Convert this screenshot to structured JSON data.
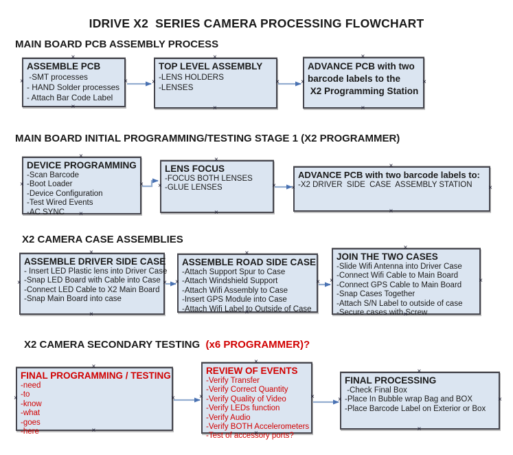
{
  "page": {
    "title": "IDRIVE X2  SERIES CAMERA PROCESSING FLOWCHART"
  },
  "colors": {
    "box_fill": "#dbe5f1",
    "box_border": "#45454d",
    "connector_line": "#93add0",
    "connector_arrowhead": "#4a72b2",
    "text": "#1a1a1a",
    "red_text": "#d10000"
  },
  "icons": {
    "connection_handle": "×"
  },
  "sections": [
    {
      "heading": "MAIN BOARD PCB ASSEMBLY PROCESS",
      "boxes": [
        {
          "title": "ASSEMBLE PCB",
          "items": [
            " -SMT processes",
            "- HAND Solder processes",
            "- Attach Bar Code Label"
          ]
        },
        {
          "title": "TOP LEVEL ASSEMBLY",
          "items": [
            "-LENS HOLDERS",
            "-LENSES"
          ]
        },
        {
          "title": "ADVANCE PCB with two\nbarcode labels to the\n X2 Programming Station",
          "items": []
        }
      ]
    },
    {
      "heading": "MAIN BOARD INITIAL PROGRAMMING/TESTING STAGE 1 (X2 PROGRAMMER)",
      "boxes": [
        {
          "title": "DEVICE PROGRAMMING",
          "items": [
            "-Scan Barcode",
            "-Boot Loader",
            "-Device Configuration",
            "-Test Wired Events",
            "-AC SYNC"
          ]
        },
        {
          "title": "LENS FOCUS",
          "items": [
            "-FOCUS BOTH LENSES",
            "-GLUE LENSES"
          ]
        },
        {
          "title": "ADVANCE PCB with two barcode labels to:",
          "items": [
            "-X2 DRIVER  SIDE  CASE  ASSEMBLY STATION"
          ]
        }
      ]
    },
    {
      "heading": "X2 CAMERA CASE ASSEMBLIES",
      "boxes": [
        {
          "title": "ASSEMBLE DRIVER SIDE CASE",
          "items": [
            "- Insert LED Plastic lens into Driver Case",
            "-Snap LED Board with Cable into Case",
            "-Connect LED Cable to X2 Main Board",
            "-Snap Main Board into case"
          ]
        },
        {
          "title": "ASSEMBLE ROAD SIDE CASE",
          "items": [
            "-Attach Support Spur to Case",
            "-Attach Windshield Support",
            "-Attach Wifi Assembly to Case",
            "-Insert GPS Module into Case",
            "-Attach Wifi Label to Outside of Case"
          ]
        },
        {
          "title": "JOIN THE TWO CASES",
          "items": [
            "-Slide Wifi Antenna into Driver Case",
            "-Connect Wifi Cable to Main Board",
            "-Connect GPS Cable to Main Board",
            "-Snap Cases Together",
            "-Attach S/N Label to outside of case",
            "-Secure cases with Screw"
          ]
        }
      ]
    },
    {
      "heading": "X2 CAMERA SECONDARY TESTING  ",
      "heading_suffix": "(x6 PROGRAMMER)?",
      "boxes": [
        {
          "title": "FINAL PROGRAMMING / TESTING",
          "text_color": "#d10000",
          "items": [
            "-need",
            "-to",
            "-know",
            "-what",
            "-goes",
            "-here"
          ]
        },
        {
          "title": "REVIEW OF EVENTS",
          "text_color": "#d10000",
          "items": [
            "-Verify Transfer",
            "-Verify Correct Quantity",
            "-Verify Quality of Video",
            "-Verify LEDs function",
            "-Verify Audio",
            "-Verify BOTH Accelerometers",
            "-Test of accessory ports?"
          ]
        },
        {
          "title": "FINAL PROCESSING",
          "items": [
            " -Check Final Box",
            "-Place In Bubble wrap Bag and BOX",
            "-Place Barcode Label on Exterior or Box"
          ]
        }
      ]
    }
  ]
}
